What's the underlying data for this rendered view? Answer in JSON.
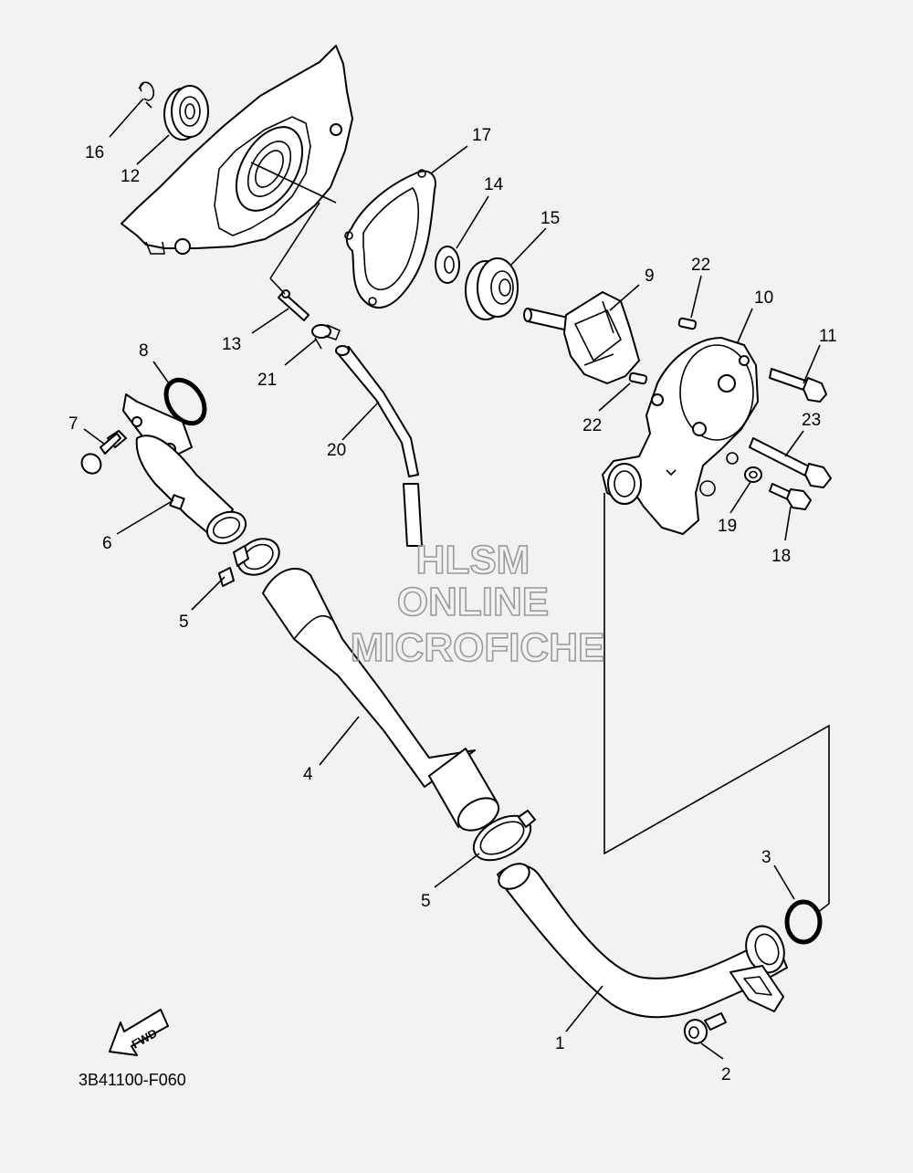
{
  "diagram_code": "3B41100-F060",
  "watermark": {
    "line1": "HLSM",
    "line2": "ONLINE",
    "line3": "MICROFICHE"
  },
  "fwd_label": "FWD",
  "callouts": {
    "c1": "1",
    "c2": "2",
    "c3": "3",
    "c4": "4",
    "c5a": "5",
    "c5b": "5",
    "c6": "6",
    "c7": "7",
    "c8": "8",
    "c9": "9",
    "c10": "10",
    "c11": "11",
    "c12": "12",
    "c13": "13",
    "c14": "14",
    "c15": "15",
    "c16": "16",
    "c17": "17",
    "c18": "18",
    "c19": "19",
    "c20": "20",
    "c21": "21",
    "c22a": "22",
    "c22b": "22",
    "c23": "23"
  }
}
